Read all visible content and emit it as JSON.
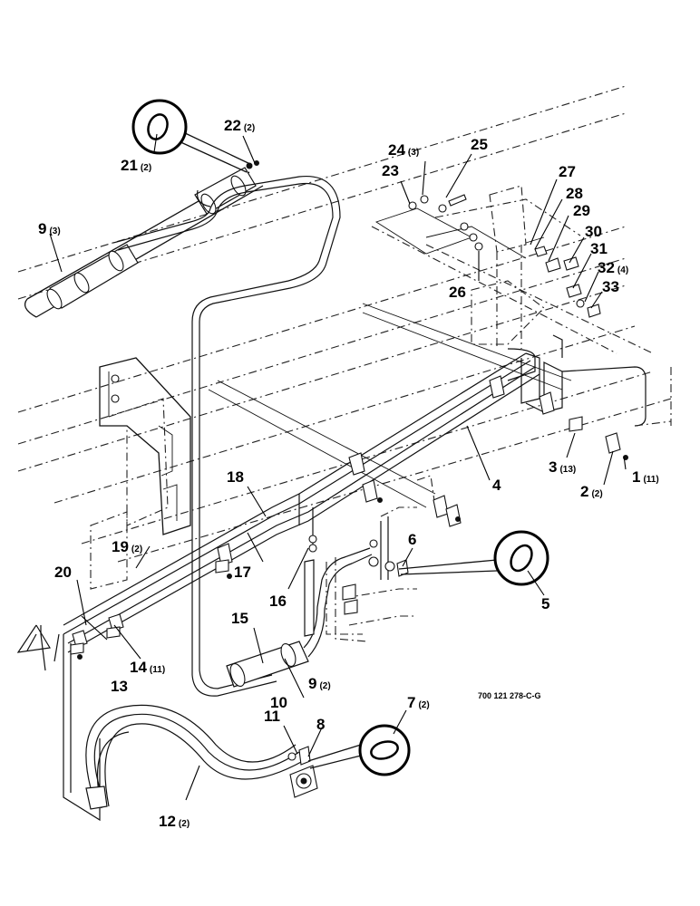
{
  "figure_ref": "700 121 278-C-G",
  "callouts": {
    "c1": {
      "num": "1",
      "qty": "(11)"
    },
    "c2": {
      "num": "2",
      "qty": "(2)"
    },
    "c3": {
      "num": "3",
      "qty": "(13)"
    },
    "c4": {
      "num": "4",
      "qty": ""
    },
    "c5": {
      "num": "5",
      "qty": ""
    },
    "c6": {
      "num": "6",
      "qty": ""
    },
    "c7": {
      "num": "7",
      "qty": "(2)"
    },
    "c8": {
      "num": "8",
      "qty": ""
    },
    "c9a": {
      "num": "9",
      "qty": "(3)"
    },
    "c9b": {
      "num": "9",
      "qty": "(2)"
    },
    "c10": {
      "num": "10",
      "qty": ""
    },
    "c11": {
      "num": "11",
      "qty": ""
    },
    "c12": {
      "num": "12",
      "qty": "(2)"
    },
    "c13": {
      "num": "13",
      "qty": ""
    },
    "c14": {
      "num": "14",
      "qty": "(11)"
    },
    "c15": {
      "num": "15",
      "qty": ""
    },
    "c16": {
      "num": "16",
      "qty": ""
    },
    "c17": {
      "num": "17",
      "qty": ""
    },
    "c18": {
      "num": "18",
      "qty": ""
    },
    "c19": {
      "num": "19",
      "qty": "(2)"
    },
    "c20": {
      "num": "20",
      "qty": ""
    },
    "c21": {
      "num": "21",
      "qty": "(2)"
    },
    "c22": {
      "num": "22",
      "qty": "(2)"
    },
    "c23": {
      "num": "23",
      "qty": ""
    },
    "c24": {
      "num": "24",
      "qty": "(3)"
    },
    "c25": {
      "num": "25",
      "qty": ""
    },
    "c26": {
      "num": "26",
      "qty": ""
    },
    "c27": {
      "num": "27",
      "qty": ""
    },
    "c28": {
      "num": "28",
      "qty": ""
    },
    "c29": {
      "num": "29",
      "qty": ""
    },
    "c30": {
      "num": "30",
      "qty": ""
    },
    "c31": {
      "num": "31",
      "qty": ""
    },
    "c32": {
      "num": "32",
      "qty": "(4)"
    },
    "c33": {
      "num": "33",
      "qty": ""
    }
  }
}
